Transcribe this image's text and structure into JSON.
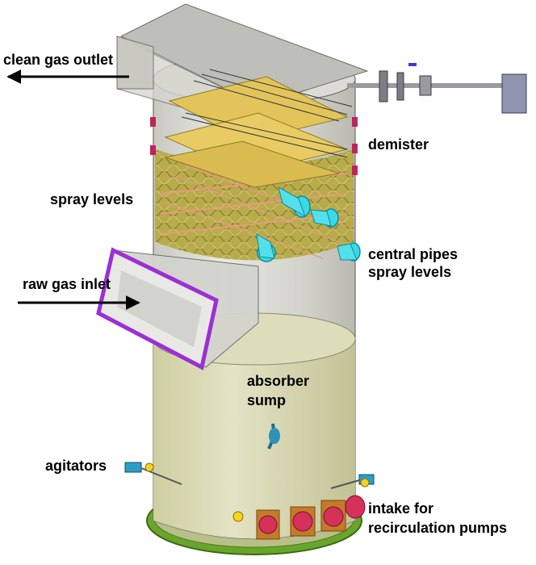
{
  "labels": {
    "clean_gas_outlet": "clean gas outlet",
    "demister": "demister",
    "spray_levels": "spray levels",
    "central_pipes_line1": "central pipes",
    "central_pipes_line2": "spray levels",
    "raw_gas_inlet": "raw gas inlet",
    "absorber_line1": "absorber",
    "absorber_line2": "sump",
    "agitators": "agitators",
    "intake_line1": "intake for",
    "intake_line2": "recirculation pumps"
  },
  "colors": {
    "shell": "#d6d6d0",
    "sump_liquid": "#d4d3a4",
    "packing": "#b5a84a",
    "demister_plates": "#e2c35a",
    "nozzle": "#36d7e6",
    "inlet_frame": "#9b2fd6",
    "flange": "#c0235a",
    "base_ring": "#5b9b22"
  }
}
